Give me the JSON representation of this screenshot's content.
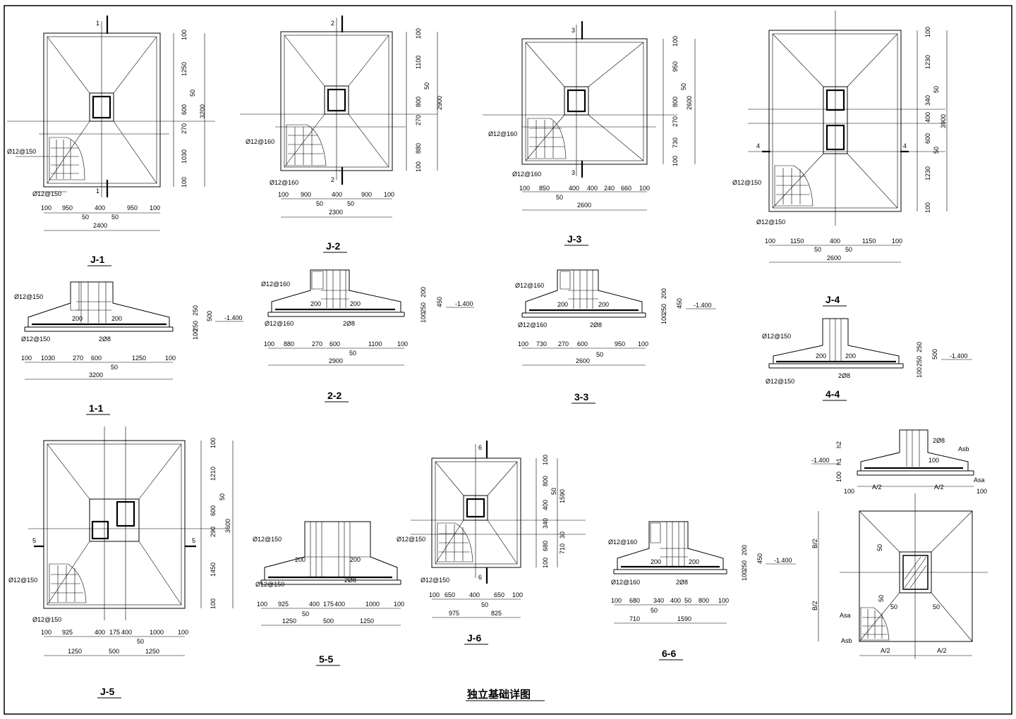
{
  "sheet_title": "独立基础详图",
  "section_marks": [
    "1",
    "2",
    "3",
    "4",
    "5",
    "6"
  ],
  "labels": {
    "j1": "J-1",
    "j2": "J-2",
    "j3": "J-3",
    "j4": "J-4",
    "j5": "J-5",
    "j6": "J-6",
    "s1": "1-1",
    "s2": "2-2",
    "s3": "3-3",
    "s4": "4-4",
    "s5": "5-5",
    "s6": "6-6"
  },
  "rebar": {
    "p150": "Ø12@150",
    "p160": "Ø12@160",
    "tie": "2Ø8",
    "asa": "Asa",
    "asb": "Asb"
  },
  "elevation": "-1.400",
  "j1": {
    "h_dims": [
      "100",
      "950",
      "400",
      "950",
      "100"
    ],
    "h_sub": [
      "50",
      "50"
    ],
    "h_total": "2400",
    "v_dims": [
      "100",
      "1250",
      "50",
      "600",
      "270",
      "1030",
      "100"
    ],
    "v_total": "3200"
  },
  "j2": {
    "h_dims": [
      "100",
      "900",
      "400",
      "900",
      "100"
    ],
    "h_sub": [
      "50",
      "50"
    ],
    "h_total": "2300",
    "v_dims": [
      "100",
      "1100",
      "50",
      "800",
      "270",
      "880",
      "100"
    ],
    "v_total": "2900"
  },
  "j3": {
    "h_dims": [
      "100",
      "850",
      "400",
      "400",
      "240",
      "660",
      "100"
    ],
    "h_sub": [
      "50"
    ],
    "h_total": "2600",
    "v_dims": [
      "100",
      "950",
      "50",
      "800",
      "270",
      "730",
      "100"
    ],
    "v_total": "2600"
  },
  "j4": {
    "h_dims": [
      "100",
      "1150",
      "400",
      "1150",
      "100"
    ],
    "h_sub": [
      "50",
      "50"
    ],
    "h_total": "2600",
    "v_dims": [
      "100",
      "1230",
      "50",
      "340",
      "400",
      "600",
      "50",
      "1230",
      "100"
    ],
    "v_total": "3900"
  },
  "j5": {
    "h_dims": [
      "100",
      "925",
      "400",
      "175",
      "400",
      "1000",
      "100"
    ],
    "h_sub": [
      "50"
    ],
    "h_total": [
      "1250",
      "500",
      "1250"
    ],
    "v_dims": [
      "100",
      "1210",
      "50",
      "600",
      "290",
      "1450",
      "100"
    ],
    "v_total": "3600"
  },
  "j6": {
    "h_dims": [
      "100",
      "650",
      "400",
      "650",
      "100"
    ],
    "h_sub": [
      "50"
    ],
    "h_total": [
      "975",
      "825"
    ],
    "v_dims": [
      "100",
      "800",
      "50",
      "400",
      "340",
      "680",
      "100"
    ],
    "v_sub": [
      "1590",
      "710",
      "30"
    ]
  },
  "s1": {
    "h_dims": [
      "100",
      "1030",
      "270",
      "600",
      "1250",
      "100"
    ],
    "h_sub": [
      "50"
    ],
    "h_total": "3200",
    "v_dims": [
      "250",
      "250",
      "100",
      "500"
    ],
    "col": [
      "200",
      "200"
    ]
  },
  "s2": {
    "h_dims": [
      "100",
      "880",
      "270",
      "600",
      "1100",
      "100"
    ],
    "h_sub": [
      "50"
    ],
    "h_total": "2900",
    "v_dims": [
      "200",
      "250",
      "100",
      "450"
    ],
    "col": [
      "200",
      "200"
    ]
  },
  "s3": {
    "h_dims": [
      "100",
      "730",
      "270",
      "600",
      "950",
      "100"
    ],
    "h_sub": [
      "50"
    ],
    "h_total": "2600",
    "v_dims": [
      "200",
      "250",
      "100",
      "450"
    ],
    "col": [
      "200",
      "200"
    ]
  },
  "s4": {
    "v_dims": [
      "250",
      "250",
      "100",
      "500"
    ],
    "col": [
      "200",
      "200"
    ]
  },
  "s5": {
    "h_dims": [
      "100",
      "925",
      "400",
      "175",
      "400",
      "1000",
      "100"
    ],
    "h_sub": [
      "50"
    ],
    "h_total": [
      "1250",
      "500",
      "1250"
    ],
    "col": [
      "200",
      "200"
    ]
  },
  "s6": {
    "h_dims": [
      "100",
      "680",
      "340",
      "400",
      "50",
      "800",
      "100"
    ],
    "h_sub": [
      "50"
    ],
    "h_total": [
      "710",
      "1590"
    ],
    "v_dims": [
      "200",
      "250",
      "100",
      "450"
    ],
    "col": [
      "200",
      "200"
    ]
  },
  "typical": {
    "half_a": "A/2",
    "half_b": "B/2",
    "h_dims": [
      "100",
      "100"
    ],
    "v_dims": [
      "h2",
      "h1",
      "100"
    ],
    "offset": "50",
    "col_h": "100"
  }
}
